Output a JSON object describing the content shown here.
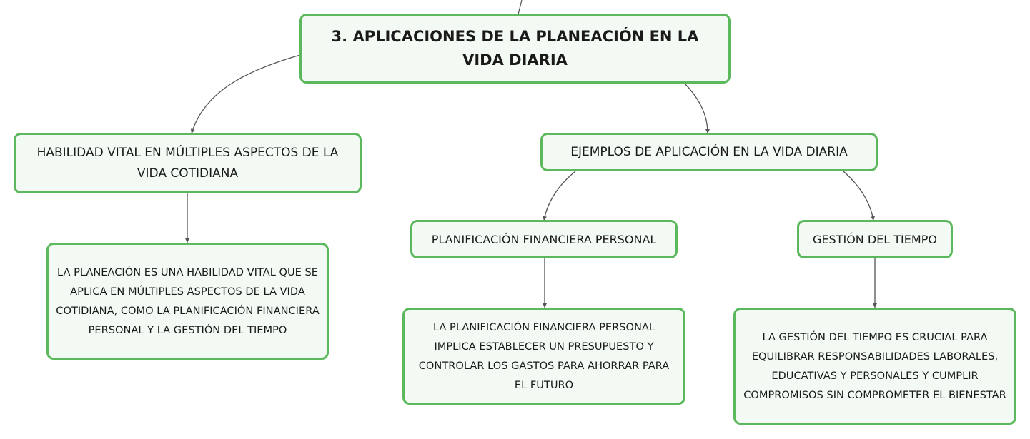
{
  "diagram": {
    "root": {
      "label": "3. APLICACIONES DE LA PLANEACIÓN EN LA VIDA DIARIA"
    },
    "branch_left": {
      "label": "HABILIDAD VITAL EN MÚLTIPLES ASPECTOS DE LA VIDA COTIDIANA"
    },
    "branch_right": {
      "label": "EJEMPLOS DE APLICACIÓN EN LA VIDA DIARIA"
    },
    "left_detail": {
      "label": "LA PLANEACIÓN ES UNA HABILIDAD VITAL QUE SE APLICA EN MÚLTIPLES ASPECTOS DE LA VIDA COTIDIANA, COMO LA PLANIFICACIÓN FINANCIERA PERSONAL Y LA GESTIÓN DEL TIEMPO"
    },
    "finance": {
      "label": "PLANIFICACIÓN FINANCIERA PERSONAL"
    },
    "time": {
      "label": "GESTIÓN DEL TIEMPO"
    },
    "finance_detail": {
      "label": "LA PLANIFICACIÓN FINANCIERA PERSONAL IMPLICA ESTABLECER UN PRESUPUESTO Y CONTROLAR LOS GASTOS PARA AHORRAR PARA EL FUTURO"
    },
    "time_detail": {
      "label": "LA GESTIÓN DEL TIEMPO ES CRUCIAL PARA EQUILIBRAR RESPONSABILIDADES LABORALES, EDUCATIVAS Y PERSONALES Y CUMPLIR COMPROMISOS SIN COMPROMETER EL BIENESTAR"
    },
    "colors": {
      "border": "#5cb85c",
      "fill": "#f3faf4",
      "connector": "#555555"
    }
  }
}
